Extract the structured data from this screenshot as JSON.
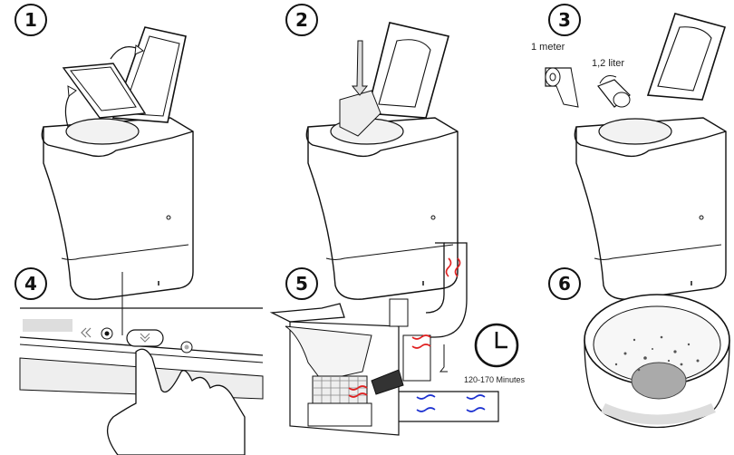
{
  "steps": [
    {
      "number": "1"
    },
    {
      "number": "2"
    },
    {
      "number": "3",
      "paper_label": "1 meter",
      "liquid_label": "1,2 liter"
    },
    {
      "number": "4"
    },
    {
      "number": "5",
      "time_label": "120-170 Minutes"
    },
    {
      "number": "6"
    }
  ],
  "colors": {
    "line": "#111111",
    "heat": "#e02020",
    "air": "#1a2fd0",
    "ash": "#555555"
  }
}
